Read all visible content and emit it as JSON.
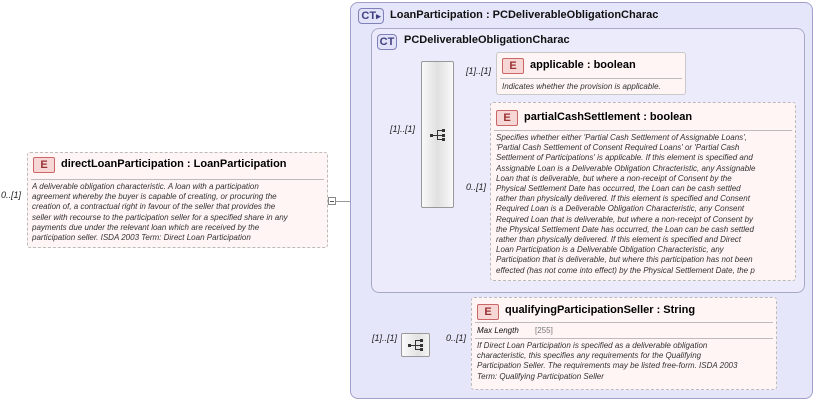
{
  "root_element": {
    "badge": "E",
    "name": "directLoanParticipation : LoanParticipation",
    "multiplicity": "0..[1]",
    "documentation": [
      "A deliverable obligation characteristic. A loan with a participation",
      "agreement whereby the buyer is capable of creating, or procuring the",
      "creation of, a contractual right in favour of the seller that provides the",
      "seller with recourse to the participation seller for a specified share in any",
      "payments due under the relevant loan which are received by the",
      "participation seller. ISDA 2003 Term: Direct Loan Participation"
    ]
  },
  "outer_type": {
    "badge": "CT",
    "label": "LoanParticipation : PCDeliverableObligationCharac"
  },
  "inner_type": {
    "badge": "CT",
    "label": "PCDeliverableObligationCharac"
  },
  "sequence_big": {
    "multiplicity": "[1]..[1]",
    "icon": "sequence-icon"
  },
  "sequence_small": {
    "multiplicity": "[1]..[1]",
    "icon": "sequence-icon"
  },
  "applicable": {
    "badge": "E",
    "name": "applicable : boolean",
    "multiplicity": "[1]..[1]",
    "documentation": [
      "Indicates whether the provision is applicable."
    ]
  },
  "partial_cash": {
    "badge": "E",
    "name": "partialCashSettlement : boolean",
    "multiplicity": "0..[1]",
    "documentation": [
      "Specifies whether either 'Partial Cash Settlement of Assignable Loans',",
      "'Partial Cash Settlement of Consent Required Loans' or 'Partial Cash",
      "Settlement of Participations' is applicable. If this element is specified and",
      "Assignable Loan is a Deliverable Obligation Chracteristic, any Assignable",
      "Loan that is deliverable, but where a non-receipt of Consent by the",
      "Physical Settlement Date has occurred, the Loan can be cash settled",
      "rather than physically delivered. If this element is specified and Consent",
      "Required Loan is a Deliverable Obligation Characteristic, any Consent",
      "Required Loan that is deliverable, but where a non-receipt of Consent by",
      "the Physical Settlement Date has occurred, the Loan can be cash settled",
      "rather than physically delivered. If this element is specified and Direct",
      "Loan Participation is a Deliverable Obligation Characteristic, any",
      "Participation that is deliverable, but where this participation has not been",
      "effected (has not come into effect) by the Physical Settlement Date, the p"
    ]
  },
  "qualifying": {
    "badge": "E",
    "name": "qualifyingParticipationSeller : String",
    "multiplicity": "0..[1]",
    "facet_label": "Max Length",
    "facet_value": "[255]",
    "documentation": [
      "If Direct Loan Participation is specified as a deliverable obligation",
      "characteristic, this specifies any requirements for the Qualifying",
      "Participation Seller. The requirements may be listed free-form. ISDA 2003",
      "Term: Qualifying Participation Seller"
    ]
  }
}
